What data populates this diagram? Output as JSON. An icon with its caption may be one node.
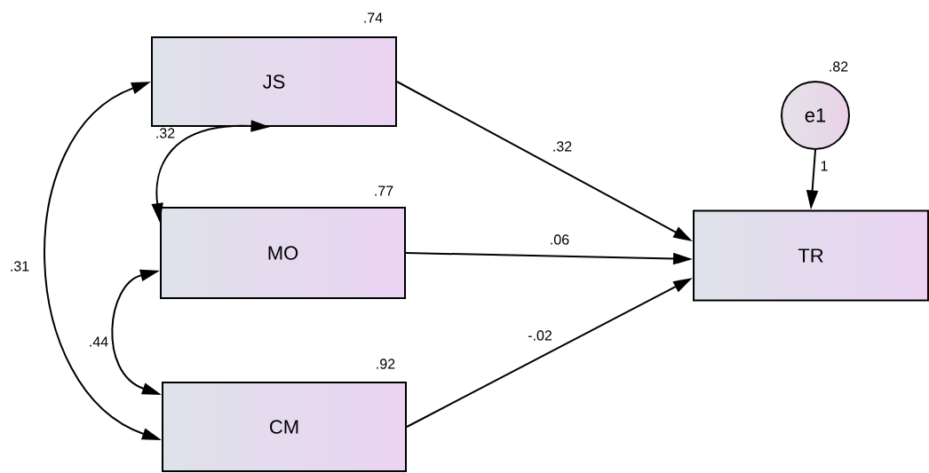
{
  "diagram": {
    "nodes": [
      {
        "text": [
          "JS"
        ],
        "beside": [
          ".74"
        ]
      },
      {
        "text": [
          "MO"
        ],
        "beside": [
          ".77"
        ]
      },
      {
        "text": [
          "CM"
        ],
        "beside": [
          ".92"
        ]
      },
      {
        "text": [
          "e1"
        ],
        "beside": [
          ".82"
        ]
      },
      {
        "text": [
          "TR"
        ]
      }
    ],
    "edges": [
      {
        "from": 0,
        "to": 4,
        "arrow": "to",
        "label": ".32"
      },
      {
        "from": 1,
        "to": 4,
        "arrow": "to",
        "label": ".06"
      },
      {
        "from": 2,
        "to": 4,
        "arrow": "to",
        "label": "-.02"
      },
      {
        "from": 3,
        "to": 4,
        "arrow": "to",
        "label": "1"
      },
      {
        "from": 0,
        "to": 1,
        "arrow": "both",
        "label": ".32"
      },
      {
        "from": 1,
        "to": 2,
        "arrow": "both",
        "label": ".44"
      },
      {
        "from": 0,
        "to": 2,
        "arrow": "both",
        "label": ".31"
      }
    ]
  }
}
